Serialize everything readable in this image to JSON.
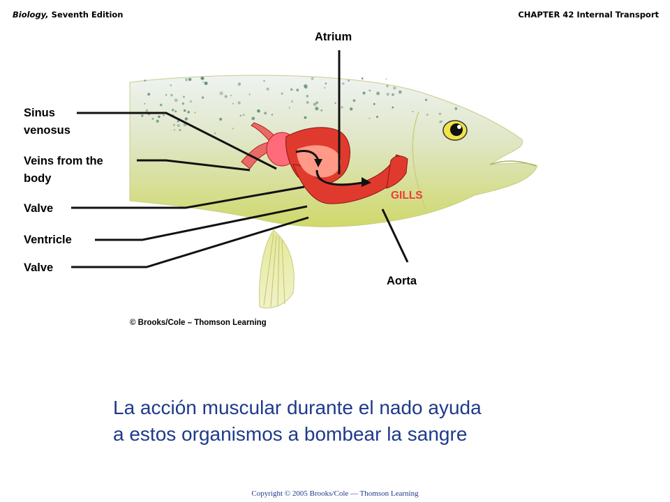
{
  "header": {
    "book_title": "Biology,",
    "edition": " Seventh Edition",
    "chapter": "CHAPTER 42 Internal Transport"
  },
  "diagram": {
    "labels": {
      "atrium": "Atrium",
      "sinus_venosus_1": "Sinus",
      "sinus_venosus_2": "venosus",
      "veins_1": "Veins from the",
      "veins_2": "body",
      "valve_top": "Valve",
      "ventricle": "Ventricle",
      "valve_bottom": "Valve",
      "aorta": "Aorta",
      "gills": "GILLS"
    },
    "credit": "© Brooks/Cole – Thomson Learning"
  },
  "caption": {
    "line1": "La acción muscular durante el nado ayuda",
    "line2": "a estos organismos a bombear la sangre"
  },
  "footer": "Copyright © 2005 Brooks/Cole — Thomson Learning",
  "colors": {
    "fish_body": "#d9df7a",
    "heart": "#e03a2e",
    "gills_text": "#ee3b3b",
    "caption_text": "#1e3a8a"
  }
}
